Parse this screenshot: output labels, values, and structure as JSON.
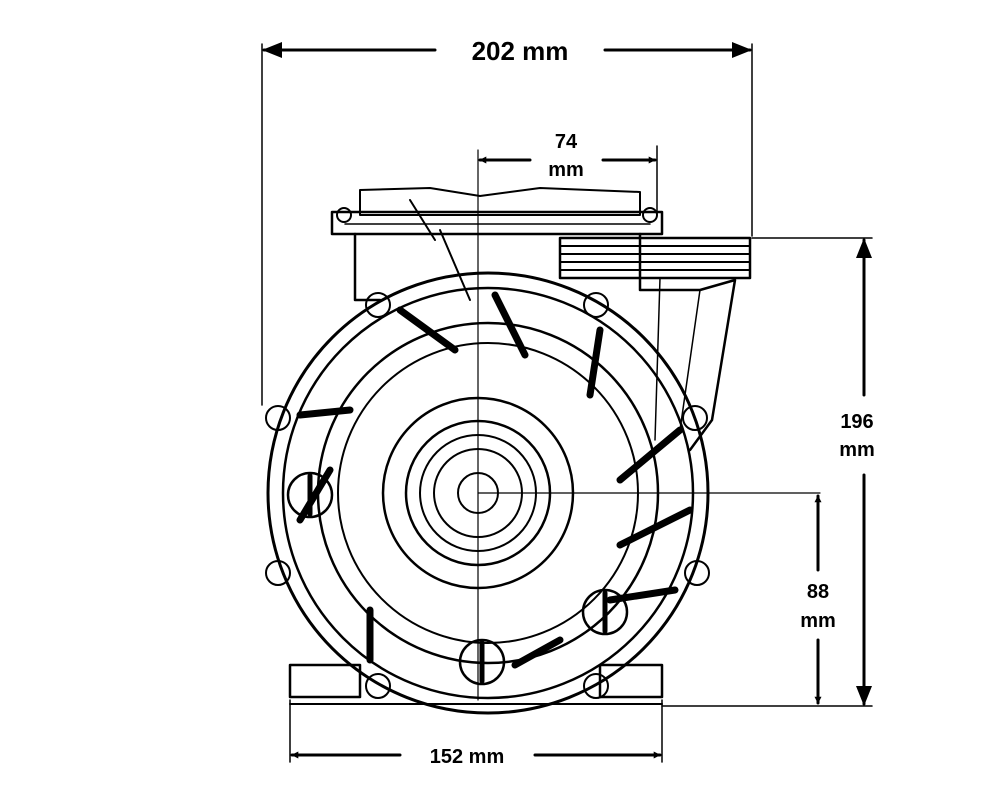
{
  "dimensions": {
    "width_total": "202 mm",
    "spigot_offset_value": "74",
    "spigot_offset_unit": "mm",
    "height_total_value": "196",
    "height_total_unit": "mm",
    "center_height_value": "88",
    "center_height_unit": "mm",
    "base_width": "152 mm"
  },
  "icons": [
    "pump-front-view-drawing",
    "arrow-head"
  ],
  "colors": {
    "line": "#000000",
    "background": "#ffffff"
  }
}
